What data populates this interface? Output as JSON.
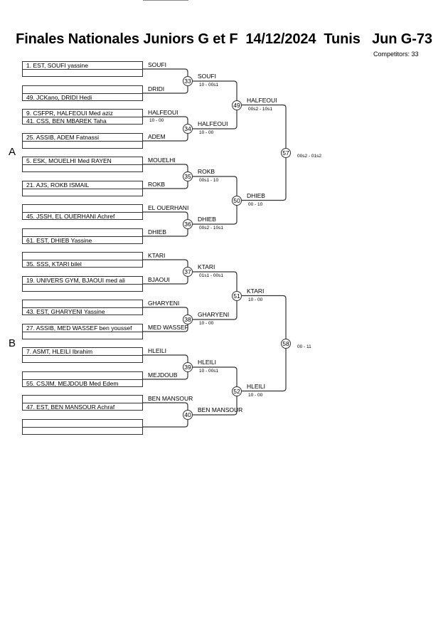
{
  "title": "Finales Nationales Juniors G et F  14/12/2024  Tunis   Jun G-73",
  "competitors": "Competitors: 33",
  "pools": [
    "A",
    "B"
  ],
  "entries": [
    {
      "top": "1. EST, SOUFI yassine",
      "bottom": ""
    },
    {
      "top": "",
      "bottom": "49. JCKano, DRIDI Hedi"
    },
    {
      "top": "9. CSFPR, HALFEOUI Med aziz",
      "bottom": "41. CSS, BEN MBAREK Taha"
    },
    {
      "top": "25. ASSIB, ADEM Fatnassi",
      "bottom": ""
    },
    {
      "top": "5. ESK, MOUELHI Med RAYEN",
      "bottom": ""
    },
    {
      "top": "21. AJS, ROKB ISMAIL",
      "bottom": ""
    },
    {
      "top": "",
      "bottom": "45. JSSH, EL OUERHANI Achref"
    },
    {
      "top": "",
      "bottom": "61. EST, DHIEB Yassine"
    },
    {
      "top": "",
      "bottom": "35. SSS, KTARI bilel"
    },
    {
      "top": "19. UNIVERS GYM, BJAOUI med ali",
      "bottom": ""
    },
    {
      "top": "",
      "bottom": "43. EST, GHARYENI Yassine"
    },
    {
      "top": "27. ASSIB, MED WASSEF ben youssef",
      "bottom": ""
    },
    {
      "top": "7. ASMT, HLEILI Ibrahim",
      "bottom": ""
    },
    {
      "top": "",
      "bottom": "55. CSJIM, MEJDOUB Med Edem"
    },
    {
      "top": "",
      "bottom": "47. EST, BEN MANSOUR Achraf"
    },
    {
      "top": "",
      "bottom": ""
    }
  ],
  "round0_labels": [
    {
      "name": "SOUFI",
      "score": ""
    },
    {
      "name": "DRIDI",
      "score": ""
    },
    {
      "name": "HALFEOUI",
      "score": "10 - 00"
    },
    {
      "name": "ADEM",
      "score": ""
    },
    {
      "name": "MOUELHI",
      "score": ""
    },
    {
      "name": "ROKB",
      "score": ""
    },
    {
      "name": "EL OUERHANI",
      "score": ""
    },
    {
      "name": "DHIEB",
      "score": ""
    },
    {
      "name": "KTARI",
      "score": ""
    },
    {
      "name": "BJAOUI",
      "score": ""
    },
    {
      "name": "GHARYENI",
      "score": ""
    },
    {
      "name": "MED WASSEF",
      "score": ""
    },
    {
      "name": "HLEILI",
      "score": ""
    },
    {
      "name": "MEJDOUB",
      "score": ""
    },
    {
      "name": "BEN MANSOUR",
      "score": ""
    },
    {
      "name": "",
      "score": ""
    }
  ],
  "round1": [
    {
      "match": "33",
      "winner": "SOUFI",
      "score": "10 - 00s1"
    },
    {
      "match": "34",
      "winner": "HALFEOUI",
      "score": "10 - 00"
    },
    {
      "match": "35",
      "winner": "ROKB",
      "score": "00s1 - 10"
    },
    {
      "match": "36",
      "winner": "DHIEB",
      "score": "00s2 - 10s1"
    },
    {
      "match": "37",
      "winner": "KTARI",
      "score": "01s1 - 00s1"
    },
    {
      "match": "38",
      "winner": "GHARYENI",
      "score": "10 - 00"
    },
    {
      "match": "39",
      "winner": "HLEILI",
      "score": "10 - 00s1"
    },
    {
      "match": "40",
      "winner": "BEN MANSOUR",
      "score": ""
    }
  ],
  "round2": [
    {
      "match": "49",
      "winner": "HALFEOUI",
      "score": "00s2 - 10s1"
    },
    {
      "match": "50",
      "winner": "DHIEB",
      "score": "00 - 10"
    },
    {
      "match": "51",
      "winner": "KTARI",
      "score": "10 - 00"
    },
    {
      "match": "52",
      "winner": "HLEILI",
      "score": "10 - 00"
    }
  ],
  "round3": [
    {
      "match": "57",
      "score": "00s2 - 01s2"
    },
    {
      "match": "58",
      "score": "00 - 11"
    }
  ]
}
